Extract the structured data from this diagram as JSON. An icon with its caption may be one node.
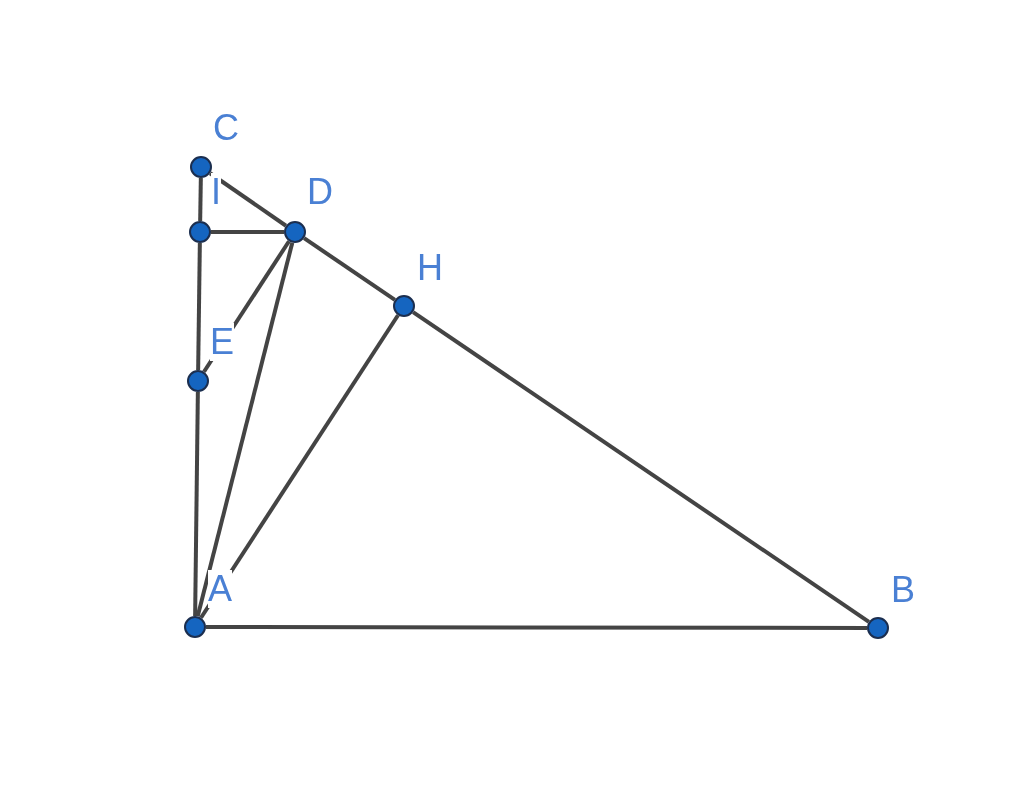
{
  "diagram": {
    "nodes": [
      {
        "text": [
          "C"
        ]
      },
      {
        "text": [
          "I"
        ]
      },
      {
        "text": [
          "D"
        ]
      },
      {
        "text": [
          "H"
        ]
      },
      {
        "text": [
          "E"
        ]
      },
      {
        "text": [
          "A"
        ]
      },
      {
        "text": [
          "B"
        ]
      }
    ],
    "edges": [
      {
        "from": 0,
        "to": 1,
        "arrow": "none"
      },
      {
        "from": 1,
        "to": 4,
        "arrow": "none"
      },
      {
        "from": 4,
        "to": 5,
        "arrow": "none"
      },
      {
        "from": 0,
        "to": 2,
        "arrow": "none"
      },
      {
        "from": 2,
        "to": 3,
        "arrow": "none"
      },
      {
        "from": 3,
        "to": 6,
        "arrow": "none"
      },
      {
        "from": 1,
        "to": 2,
        "arrow": "none"
      },
      {
        "from": 2,
        "to": 4,
        "arrow": "none"
      },
      {
        "from": 2,
        "to": 5,
        "arrow": "none"
      },
      {
        "from": 3,
        "to": 5,
        "arrow": "none"
      },
      {
        "from": 5,
        "to": 6,
        "arrow": "none"
      }
    ]
  }
}
